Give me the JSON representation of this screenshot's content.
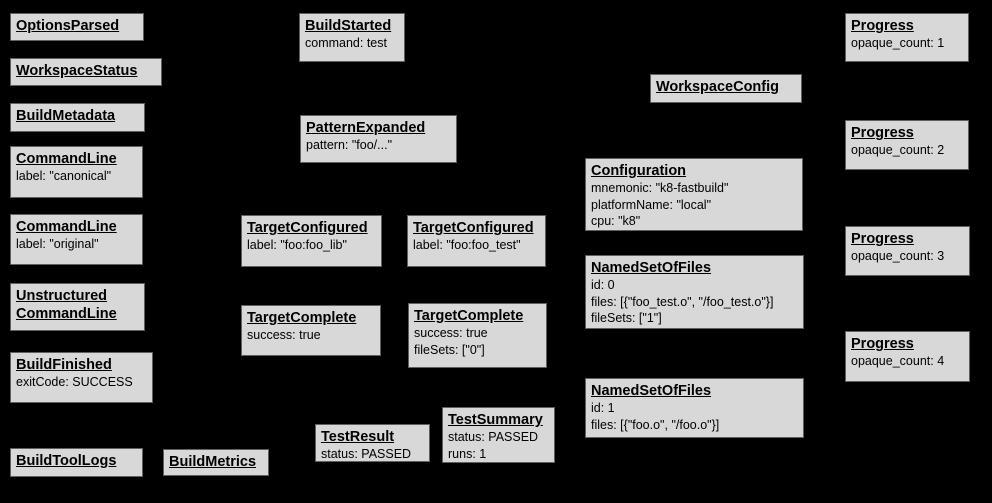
{
  "canvas": {
    "background_color": "#000000",
    "box_fill_color": "#d8d8d8",
    "box_border_color": "#5f5f5f",
    "text_color": "#000000"
  },
  "boxes": {
    "optionsParsed": {
      "title": "OptionsParsed",
      "lines": []
    },
    "workspaceStatus": {
      "title": "WorkspaceStatus",
      "lines": []
    },
    "buildMetadata": {
      "title": "BuildMetadata",
      "lines": []
    },
    "commandLineCanonical": {
      "title": "CommandLine",
      "lines": [
        "label: \"canonical\""
      ]
    },
    "commandLineOriginal": {
      "title": "CommandLine",
      "lines": [
        "label: \"original\""
      ]
    },
    "unstructuredCommandLine": {
      "title": "Unstructured\nCommandLine",
      "lines": []
    },
    "buildFinished": {
      "title": "BuildFinished",
      "lines": [
        "exitCode: SUCCESS"
      ]
    },
    "buildToolLogs": {
      "title": "BuildToolLogs",
      "lines": []
    },
    "buildMetrics": {
      "title": "BuildMetrics",
      "lines": []
    },
    "buildStarted": {
      "title": "BuildStarted",
      "lines": [
        "command: test"
      ]
    },
    "patternExpanded": {
      "title": "PatternExpanded",
      "lines": [
        "pattern: \"foo/...\""
      ]
    },
    "targetConfiguredLib": {
      "title": "TargetConfigured",
      "lines": [
        "label: \"foo:foo_lib\""
      ]
    },
    "targetConfiguredTest": {
      "title": "TargetConfigured",
      "lines": [
        "label: \"foo:foo_test\""
      ]
    },
    "targetCompleteLib": {
      "title": "TargetComplete",
      "lines": [
        "success: true"
      ]
    },
    "targetCompleteTest": {
      "title": "TargetComplete",
      "lines": [
        "success: true",
        "fileSets: [\"0\"]"
      ]
    },
    "testResult": {
      "title": "TestResult",
      "lines": [
        "status: PASSED"
      ]
    },
    "testSummary": {
      "title": "TestSummary",
      "lines": [
        "status: PASSED",
        "runs: 1"
      ]
    },
    "workspaceConfig": {
      "title": "WorkspaceConfig",
      "lines": []
    },
    "configuration": {
      "title": "Configuration",
      "lines": [
        "mnemonic: \"k8-fastbuild\"",
        "platformName: \"local\"",
        "cpu: \"k8\""
      ]
    },
    "namedSetOfFiles0": {
      "title": "NamedSetOfFiles",
      "lines": [
        "id: 0",
        "files: [{\"foo_test.o\", \"/foo_test.o\"}]",
        "fileSets: [\"1\"]"
      ]
    },
    "namedSetOfFiles1": {
      "title": "NamedSetOfFiles",
      "lines": [
        "id: 1",
        "files: [{\"foo.o\", \"/foo.o\"}]"
      ]
    },
    "progress1": {
      "title": "Progress",
      "lines": [
        "opaque_count: 1"
      ]
    },
    "progress2": {
      "title": "Progress",
      "lines": [
        "opaque_count: 2"
      ]
    },
    "progress3": {
      "title": "Progress",
      "lines": [
        "opaque_count: 3"
      ]
    },
    "progress4": {
      "title": "Progress",
      "lines": [
        "opaque_count: 4"
      ]
    }
  }
}
